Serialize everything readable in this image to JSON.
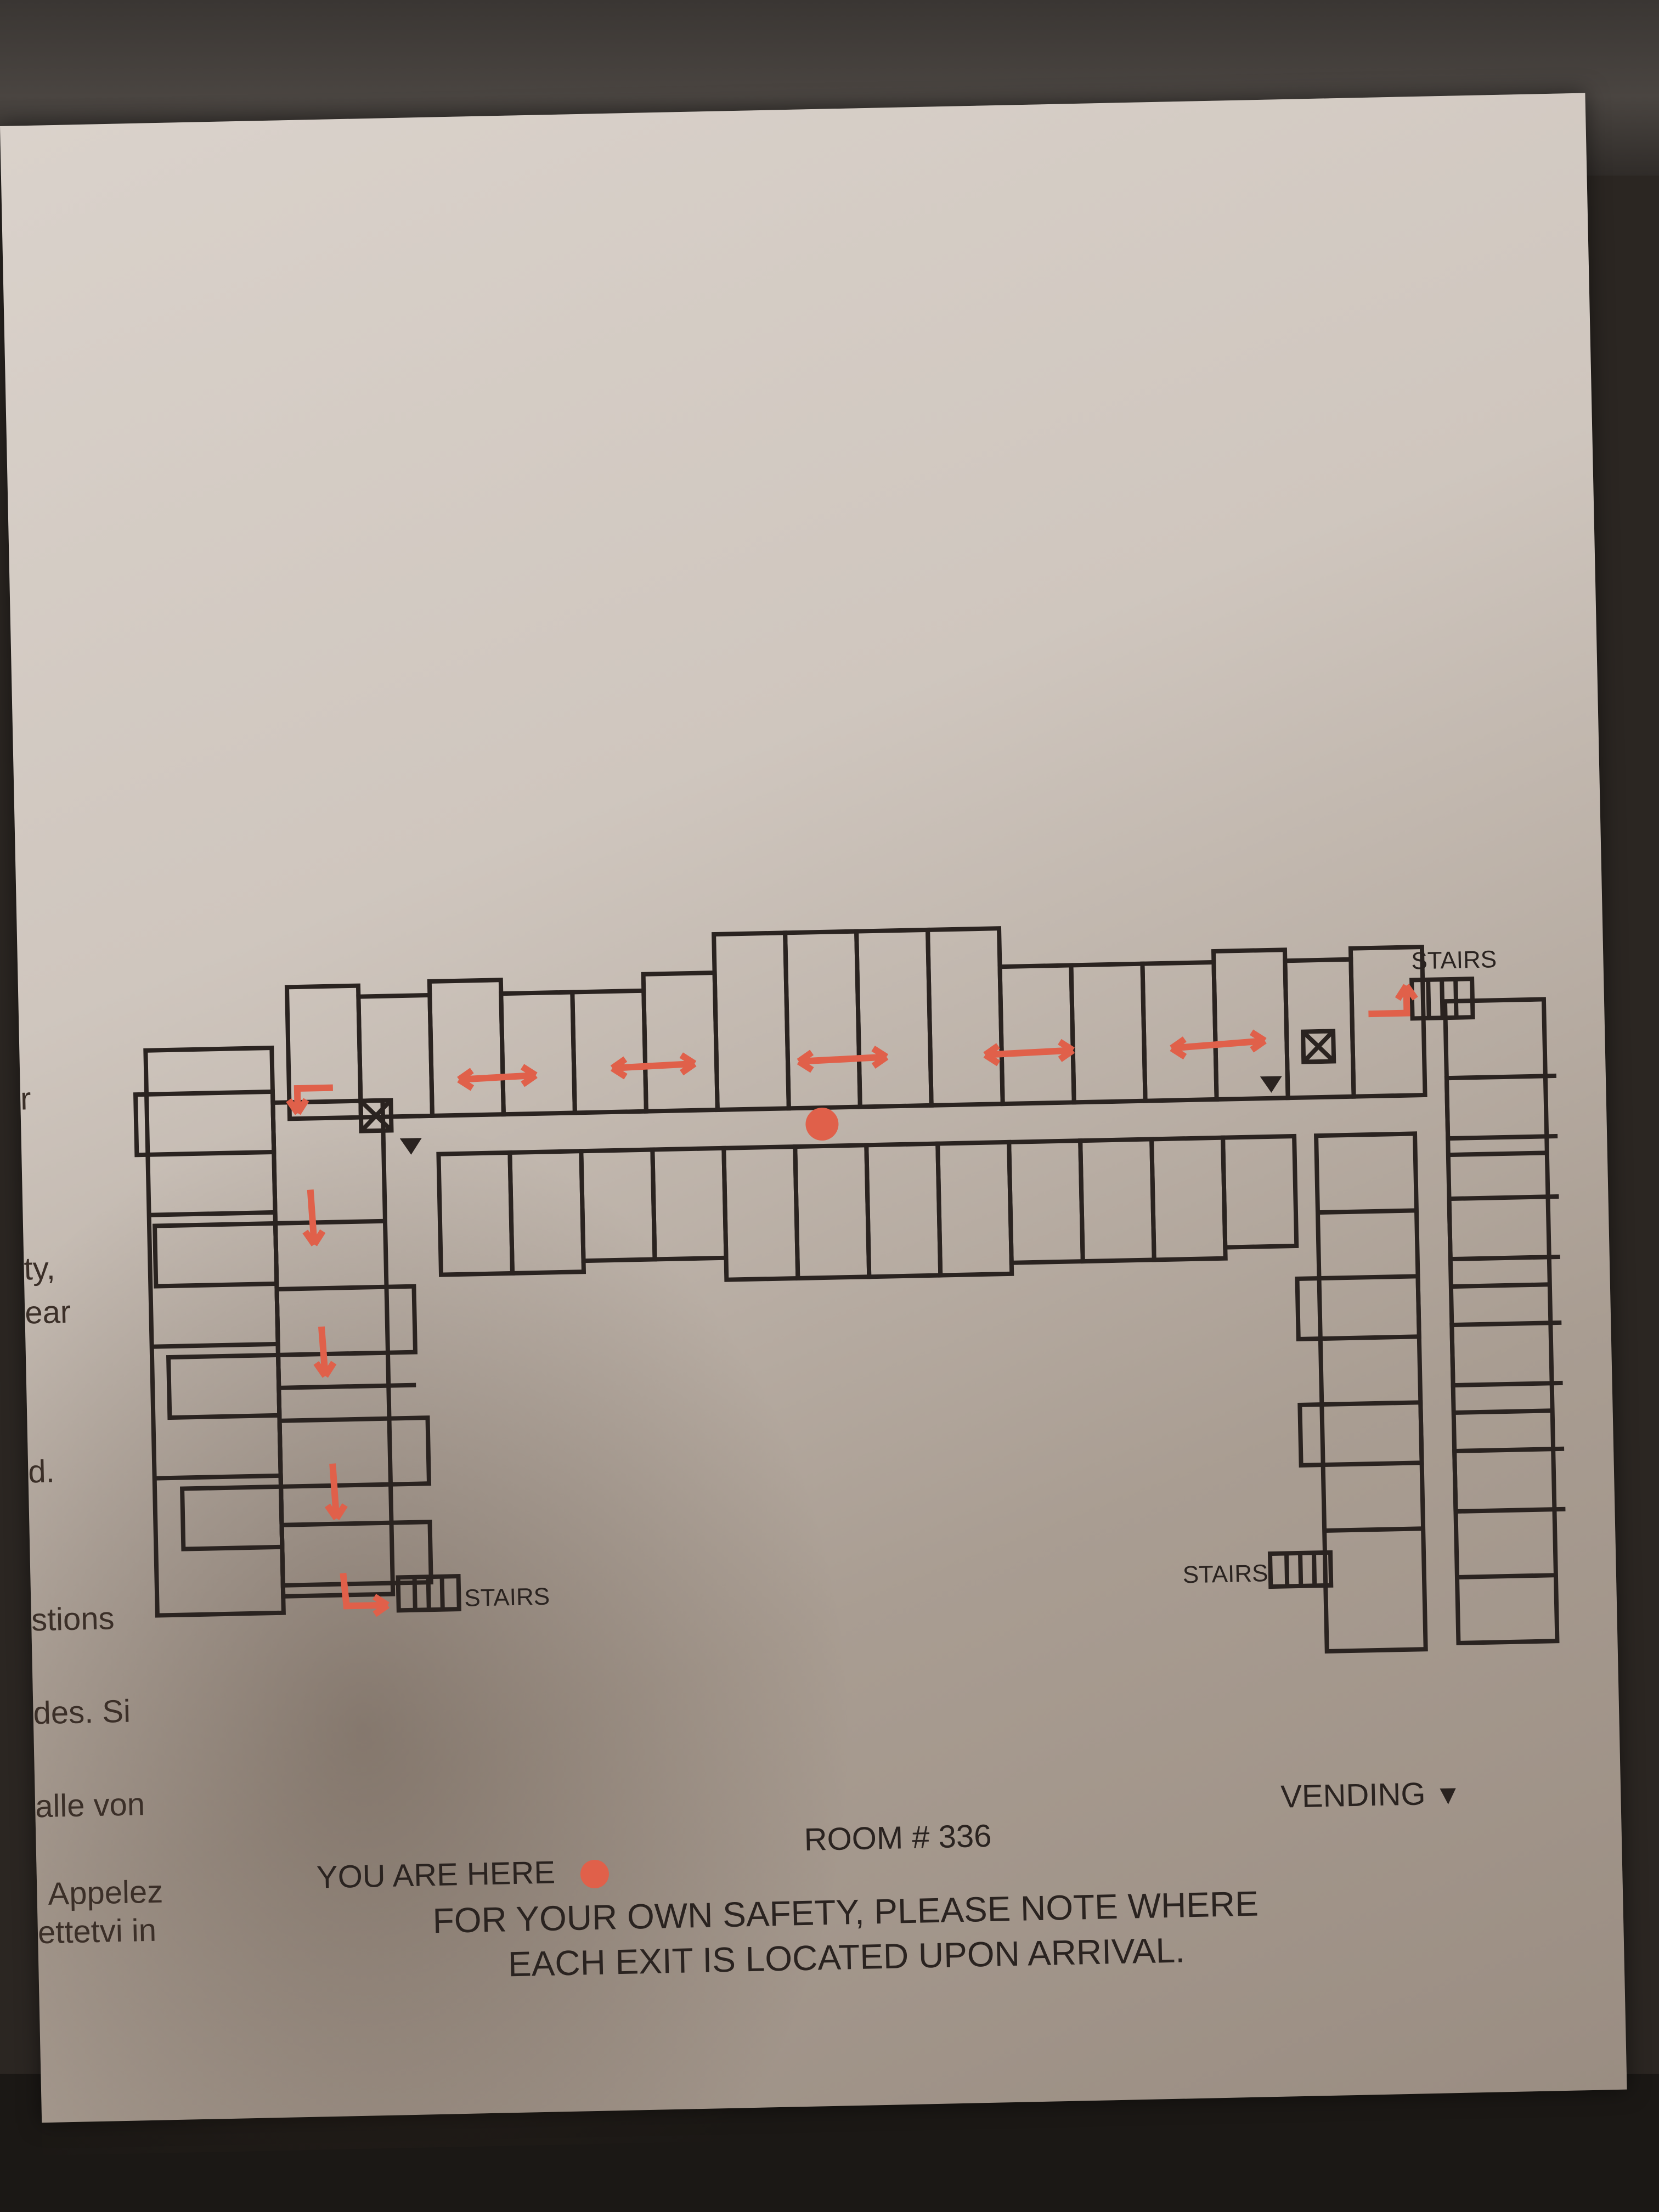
{
  "map": {
    "stairs_label": "STAIRS",
    "room_label": "ROOM # 336",
    "you_are_here_label": "YOU ARE HERE",
    "vending_label": "VENDING",
    "notice_line1": "FOR YOUR OWN SAFETY, PLEASE NOTE WHERE",
    "notice_line2": "EACH EXIT IS LOCATED UPON ARRIVAL.",
    "route_color": "#e0604a",
    "wall_color": "#2a2320"
  },
  "left_margin_fragments": [
    "r",
    "ty,",
    "ear",
    "d.",
    "stions",
    "des. Si",
    "alle von",
    "Appelez",
    "ettetvi in"
  ]
}
